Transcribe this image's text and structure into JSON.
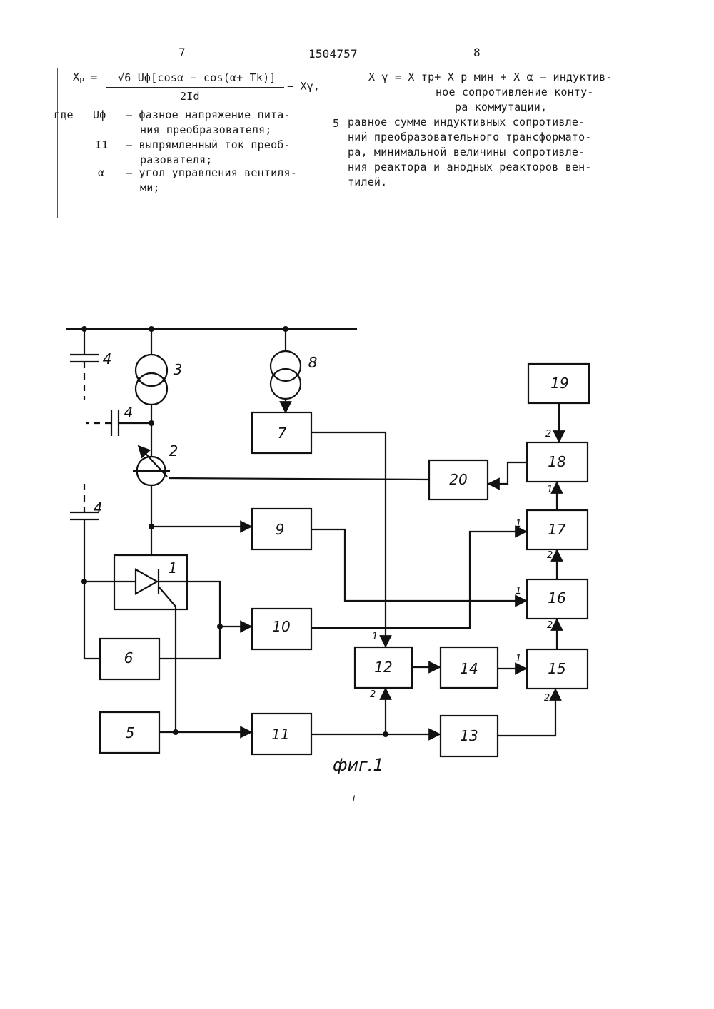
{
  "header": {
    "page_left": "7",
    "patent_number": "1504757",
    "page_right": "8"
  },
  "formula_left": {
    "lhs": "X",
    "lhs_sub": "P",
    "numerator": "√6 Uф[cosα − cos(α+ Tk)]",
    "denominator": "2Id",
    "tail": "− Xγ,"
  },
  "definitions": {
    "where": "где",
    "items": [
      {
        "symbol": "Uф",
        "lines": [
          "– фазное напряжение пита-",
          "ния преобразователя;"
        ]
      },
      {
        "symbol": "I1",
        "lines": [
          "– выпрямленный ток преоб-",
          "разователя;"
        ]
      },
      {
        "symbol": "α",
        "lines": [
          "– угол управления вентиля-",
          "ми;"
        ]
      }
    ]
  },
  "formula_right": {
    "text": "X γ = X тр+ X р мин + X α – индуктив-",
    "lines": [
      "ное сопротивление конту-",
      "ра коммутации,"
    ]
  },
  "right_column": {
    "line_number": "5",
    "lines": [
      "равное сумме индуктивных сопротивле-",
      "ний преобразовательного трансформато-",
      "ра, минимальной величины сопротивле-",
      "ния реактора и анодных реакторов вен-",
      "тилей."
    ]
  },
  "figure": {
    "caption": "фиг.1",
    "blocks": {
      "b1": "1",
      "b2": "2",
      "b3": "3",
      "b4": "4",
      "b5": "5",
      "b6": "6",
      "b7": "7",
      "b8": "8",
      "b9": "9",
      "b10": "10",
      "b11": "11",
      "b12": "12",
      "b13": "13",
      "b14": "14",
      "b15": "15",
      "b16": "16",
      "b17": "17",
      "b18": "18",
      "b19": "19",
      "b20": "20"
    },
    "input_labels": {
      "one": "1",
      "two": "2"
    }
  },
  "footer_mark": "ı"
}
